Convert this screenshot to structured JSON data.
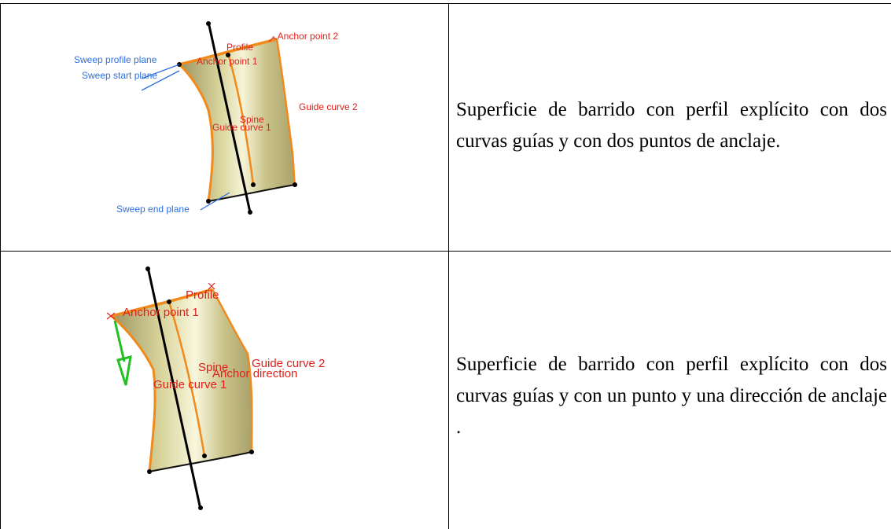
{
  "rows": [
    {
      "description": "Superficie de barrido con perfil explícito con dos curvas guías y con dos puntos de anclaje.",
      "figure_labels": {
        "anchor_point_2": "- Anchor point 2",
        "profile": "Profile",
        "anchor_point_1": "Anchor point 1",
        "sweep_profile_plane": "Sweep profile plane",
        "sweep_start_plane": "Sweep start plane",
        "spine": "Spine",
        "guide_curve_1": "Guide curve 1",
        "guide_curve_2": "Guide curve 2",
        "sweep_end_plane": "Sweep end plane"
      }
    },
    {
      "description": "Superficie de barrido con perfil explícito con dos curvas guías y con un punto y una dirección de anclaje .",
      "figure_labels": {
        "profile": "Profile",
        "anchor_point_1": "Anchor point 1",
        "spine": "Spine",
        "anchor_direction": "Anchor direction",
        "guide_curve_2": "Guide curve 2",
        "guide_curve_1": "Guide curve 1"
      }
    }
  ],
  "colors": {
    "label_red": "#e0201a",
    "label_blue": "#2f6fe0",
    "curve_orange": "#f08a1c",
    "surface_base": "#c9c38a",
    "arrow_green": "#22c022"
  }
}
